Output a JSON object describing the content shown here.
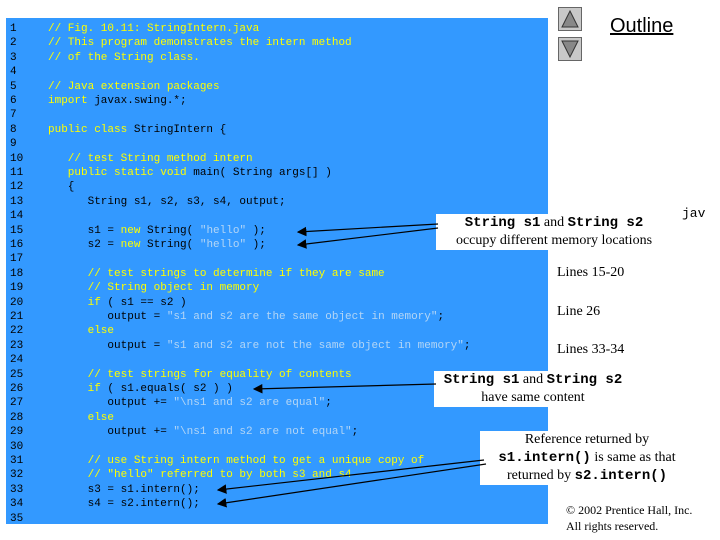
{
  "outline": {
    "title": "Outline"
  },
  "code": {
    "lines": [
      {
        "n": "1",
        "parts": [
          {
            "t": "// Fig. 10.11: StringIntern.java",
            "c": "cm"
          }
        ]
      },
      {
        "n": "2",
        "parts": [
          {
            "t": "// This program demonstrates the intern method",
            "c": "cm"
          }
        ]
      },
      {
        "n": "3",
        "parts": [
          {
            "t": "// of the String class.",
            "c": "cm"
          }
        ]
      },
      {
        "n": "4",
        "parts": []
      },
      {
        "n": "5",
        "parts": [
          {
            "t": "// Java extension packages",
            "c": "cm"
          }
        ]
      },
      {
        "n": "6",
        "parts": [
          {
            "t": "import",
            "c": "kw"
          },
          {
            "t": " javax.swing.*;",
            "c": ""
          }
        ]
      },
      {
        "n": "7",
        "parts": []
      },
      {
        "n": "8",
        "parts": [
          {
            "t": "public class",
            "c": "kw"
          },
          {
            "t": " StringIntern {",
            "c": ""
          }
        ]
      },
      {
        "n": "9",
        "parts": []
      },
      {
        "n": "10",
        "parts": [
          {
            "t": "   // test String method intern",
            "c": "cm"
          }
        ]
      },
      {
        "n": "11",
        "parts": [
          {
            "t": "   public static void",
            "c": "kw"
          },
          {
            "t": " main( String args[] )",
            "c": ""
          }
        ]
      },
      {
        "n": "12",
        "parts": [
          {
            "t": "   {",
            "c": ""
          }
        ]
      },
      {
        "n": "13",
        "parts": [
          {
            "t": "      String s1, s2, s3, s4, output;",
            "c": ""
          }
        ]
      },
      {
        "n": "14",
        "parts": []
      },
      {
        "n": "15",
        "parts": [
          {
            "t": "      s1 = ",
            "c": ""
          },
          {
            "t": "new",
            "c": "kw"
          },
          {
            "t": " String( ",
            "c": ""
          },
          {
            "t": "\"hello\"",
            "c": "str"
          },
          {
            "t": " );",
            "c": ""
          }
        ]
      },
      {
        "n": "16",
        "parts": [
          {
            "t": "      s2 = ",
            "c": ""
          },
          {
            "t": "new",
            "c": "kw"
          },
          {
            "t": " String( ",
            "c": ""
          },
          {
            "t": "\"hello\"",
            "c": "str"
          },
          {
            "t": " );",
            "c": ""
          }
        ]
      },
      {
        "n": "17",
        "parts": []
      },
      {
        "n": "18",
        "parts": [
          {
            "t": "      // test strings to determine if they are same",
            "c": "cm"
          }
        ]
      },
      {
        "n": "19",
        "parts": [
          {
            "t": "      // String object in memory",
            "c": "cm"
          }
        ]
      },
      {
        "n": "20",
        "parts": [
          {
            "t": "      if",
            "c": "kw"
          },
          {
            "t": " ( s1 == s2 )",
            "c": ""
          }
        ]
      },
      {
        "n": "21",
        "parts": [
          {
            "t": "         output = ",
            "c": ""
          },
          {
            "t": "\"s1 and s2 are the same object in memory\"",
            "c": "str"
          },
          {
            "t": ";",
            "c": ""
          }
        ]
      },
      {
        "n": "22",
        "parts": [
          {
            "t": "      else",
            "c": "kw"
          }
        ]
      },
      {
        "n": "23",
        "parts": [
          {
            "t": "         output = ",
            "c": ""
          },
          {
            "t": "\"s1 and s2 are not the same object in memory\"",
            "c": "str"
          },
          {
            "t": ";",
            "c": ""
          }
        ]
      },
      {
        "n": "24",
        "parts": []
      },
      {
        "n": "25",
        "parts": [
          {
            "t": "      // test strings for equality of contents",
            "c": "cm"
          }
        ]
      },
      {
        "n": "26",
        "parts": [
          {
            "t": "      if",
            "c": "kw"
          },
          {
            "t": " ( s1.equals( s2 ) )",
            "c": ""
          }
        ]
      },
      {
        "n": "27",
        "parts": [
          {
            "t": "         output += ",
            "c": ""
          },
          {
            "t": "\"\\ns1 and s2 are equal\"",
            "c": "str"
          },
          {
            "t": ";",
            "c": ""
          }
        ]
      },
      {
        "n": "28",
        "parts": [
          {
            "t": "      else",
            "c": "kw"
          }
        ]
      },
      {
        "n": "29",
        "parts": [
          {
            "t": "         output += ",
            "c": ""
          },
          {
            "t": "\"\\ns1 and s2 are not equal\"",
            "c": "str"
          },
          {
            "t": ";",
            "c": ""
          }
        ]
      },
      {
        "n": "30",
        "parts": []
      },
      {
        "n": "31",
        "parts": [
          {
            "t": "      // use String intern method to get a unique copy of",
            "c": "cm"
          }
        ]
      },
      {
        "n": "32",
        "parts": [
          {
            "t": "      // \"hello\" referred to by both s3 and s4",
            "c": "cm"
          }
        ]
      },
      {
        "n": "33",
        "parts": [
          {
            "t": "      s3 = s1.intern();",
            "c": ""
          }
        ]
      },
      {
        "n": "34",
        "parts": [
          {
            "t": "      s4 = s2.intern();",
            "c": ""
          }
        ]
      },
      {
        "n": "35",
        "parts": []
      }
    ]
  },
  "side_labels": {
    "jav": "jav",
    "lines_15_20": "Lines 15-20",
    "line_26": "Line 26",
    "lines_33_34": "Lines 33-34"
  },
  "callouts": {
    "c1": {
      "line1_code1": "String s1",
      "line1_and": " and ",
      "line1_code2": "String s2",
      "line2": "occupy different memory locations"
    },
    "c2": {
      "line1_code1": "String s1",
      "line1_and": " and ",
      "line1_code2": "String s2",
      "line2": "have same content"
    },
    "c3": {
      "line1": "Reference returned by",
      "line2_code": "s1.intern()",
      "line2_text": " is same as that",
      "line3_text": "returned by ",
      "line3_code": "s2.intern()"
    }
  },
  "copyright": {
    "line1": "© 2002 Prentice Hall, Inc.",
    "line2": "All rights reserved."
  }
}
